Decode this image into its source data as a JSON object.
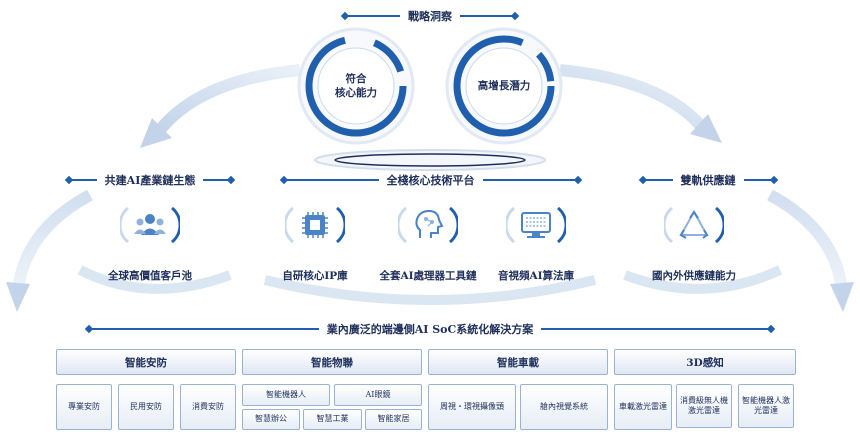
{
  "top_header": "戰略洞察",
  "rings": [
    {
      "label_lines": [
        "符合",
        "核心能力"
      ]
    },
    {
      "label_lines": [
        "高增長潛力"
      ]
    }
  ],
  "sections": {
    "ecosystem": {
      "header": "共建AI產業鏈生態",
      "items": [
        {
          "label": "全球高價值客戶池",
          "icon": "users-icon"
        }
      ]
    },
    "platform": {
      "header": "全棧核心技術平台",
      "items": [
        {
          "label": "自研核心IP庫",
          "icon": "chip-icon"
        },
        {
          "label": "全套AI處理器工具鏈",
          "icon": "ai-head-icon"
        },
        {
          "label": "音視頻AI算法庫",
          "icon": "monitor-icon"
        }
      ]
    },
    "supply": {
      "header": "雙軌供應鏈",
      "items": [
        {
          "label": "國內外供應鏈能力",
          "icon": "recycle-triangle-icon"
        }
      ]
    }
  },
  "solutions_header": "業內廣泛的端邊側AI SoC系統化解決方案",
  "categories": [
    {
      "title": "智能安防",
      "subs": [
        "專業安防",
        "民用安防",
        "消費安防"
      ]
    },
    {
      "title": "智能物聯",
      "subs": [
        "智能機器人",
        "AI眼鏡",
        "智慧辦公",
        "智慧工業",
        "智能家居"
      ]
    },
    {
      "title": "智能車載",
      "subs": [
        "周視・環視攝像頭",
        "艙內視覺系統"
      ]
    },
    {
      "title": "3D感知",
      "subs": [
        "車載激光雷達",
        "消費級無人機激光雷達",
        "智能機器人激光雷達"
      ]
    }
  ],
  "colors": {
    "navy": "#1e2f5c",
    "accent": "#1f5fae",
    "ring": "#2b6cb8",
    "light": "#c9d9ec"
  }
}
